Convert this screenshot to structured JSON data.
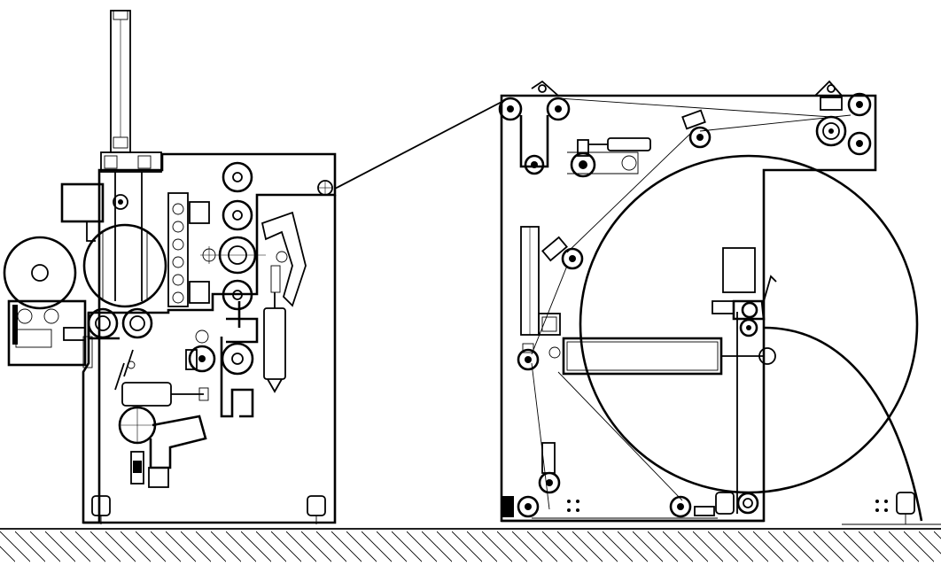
{
  "drawing": {
    "kind": "machine-elevation-line-drawing",
    "stroke_color": "#000000",
    "background_color": "#ffffff",
    "components": {
      "left_machine": "unwind-station",
      "right_machine": "rewind-station",
      "floor": "hatched-floor"
    }
  }
}
